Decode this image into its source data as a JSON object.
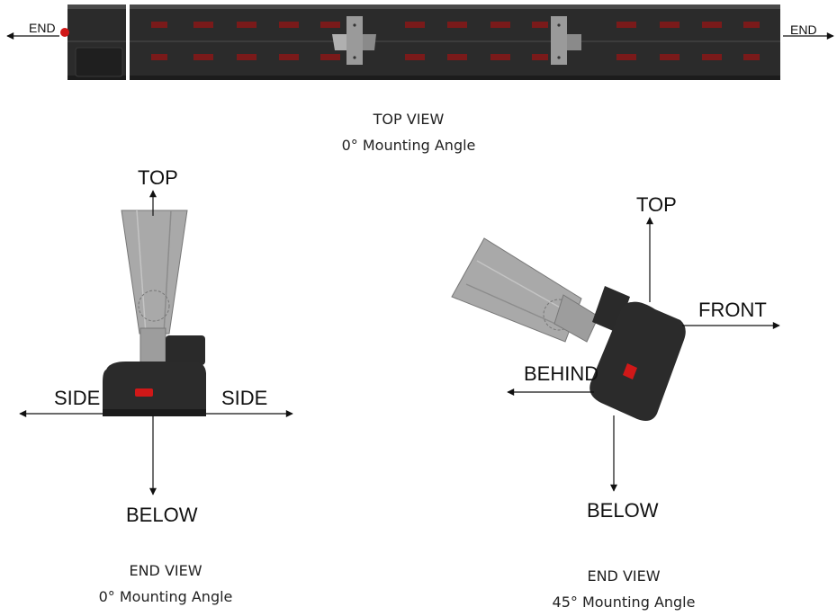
{
  "top_view": {
    "caption_title": "TOP VIEW",
    "caption_angle": "0° Mounting Angle",
    "label_left": "END",
    "label_right": "END"
  },
  "end_view_0": {
    "caption_title": "END VIEW",
    "caption_angle": "0° Mounting Angle",
    "label_top": "TOP",
    "label_left": "SIDE",
    "label_right": "SIDE",
    "label_bottom": "BELOW"
  },
  "end_view_45": {
    "caption_title": "END VIEW",
    "caption_angle": "45° Mounting Angle",
    "label_top": "TOP",
    "label_front": "FRONT",
    "label_behind": "BEHIND",
    "label_bottom": "BELOW"
  },
  "colors": {
    "heater_body": "#2b2b2b",
    "bracket": "#9a9a9a",
    "indicator": "#d01818"
  }
}
